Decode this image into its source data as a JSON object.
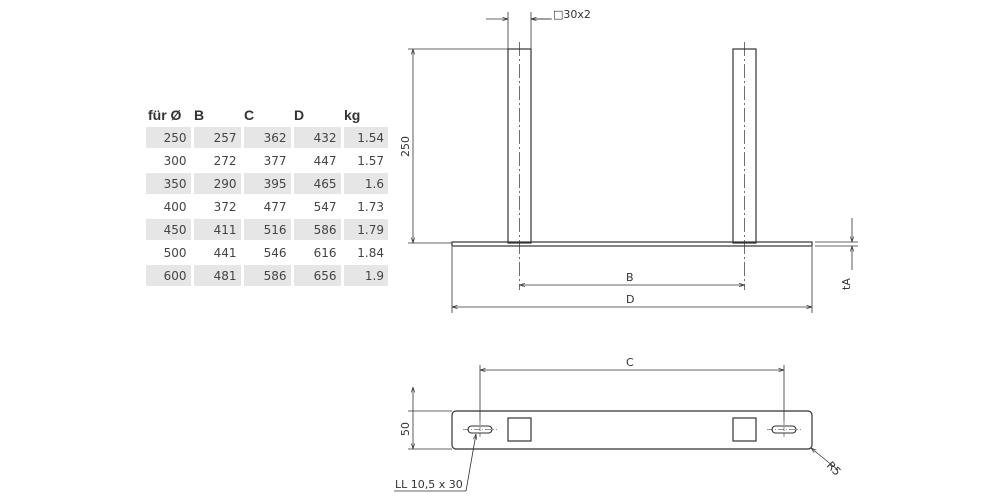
{
  "table": {
    "headers": [
      "für Ø",
      "B",
      "C",
      "D",
      "kg"
    ],
    "rows": [
      [
        "250",
        "257",
        "362",
        "432",
        "1.54"
      ],
      [
        "300",
        "272",
        "377",
        "447",
        "1.57"
      ],
      [
        "350",
        "290",
        "395",
        "465",
        "1.6"
      ],
      [
        "400",
        "372",
        "477",
        "547",
        "1.73"
      ],
      [
        "450",
        "411",
        "516",
        "586",
        "1.79"
      ],
      [
        "500",
        "441",
        "546",
        "616",
        "1.84"
      ],
      [
        "600",
        "481",
        "586",
        "656",
        "1.9"
      ]
    ]
  },
  "drawing": {
    "profile_label": "□30x2",
    "height_label": "250",
    "b_label": "B",
    "d_label": "D",
    "ta_label": "tA",
    "c_label": "C",
    "width_label": "50",
    "radius_label": "R5",
    "slot_label": "LL 10,5 x 30"
  }
}
